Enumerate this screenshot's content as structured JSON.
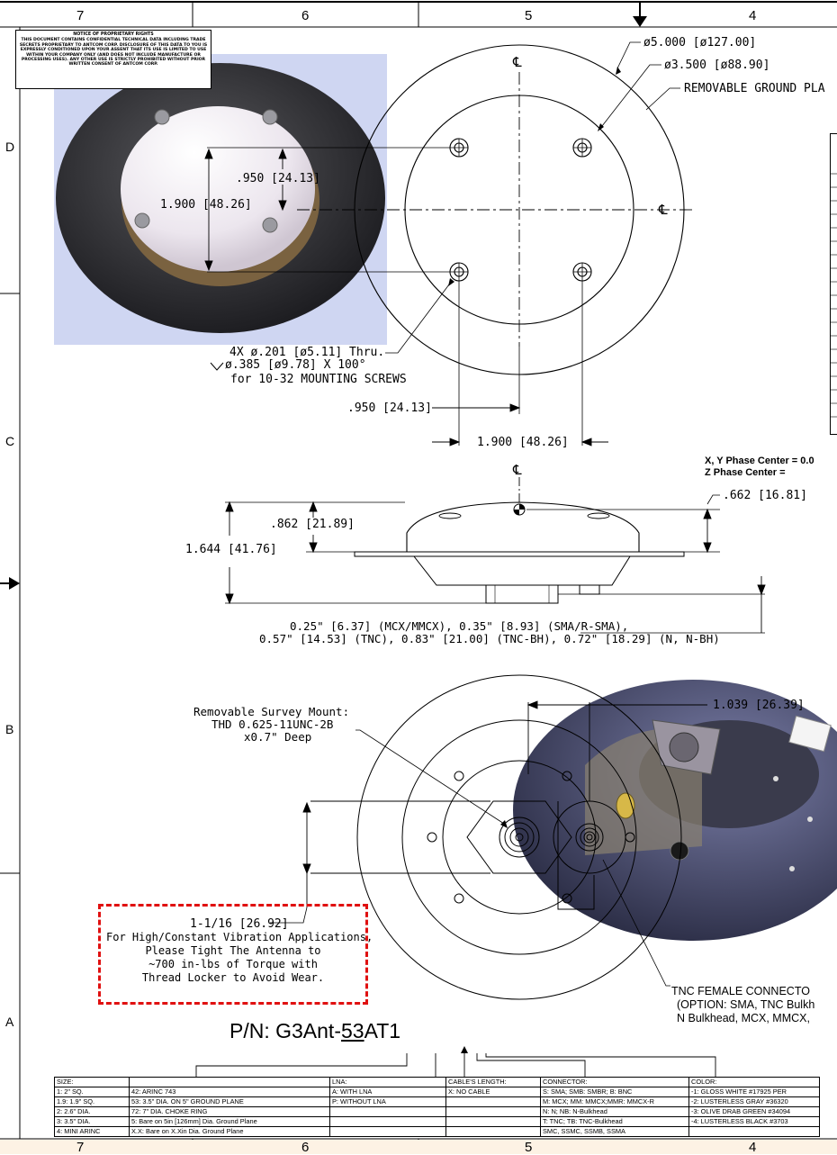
{
  "zones": {
    "top": [
      "7",
      "6",
      "5",
      "4"
    ],
    "bottom": [
      "7",
      "6",
      "5",
      "4"
    ],
    "side": [
      "D",
      "C",
      "B",
      "A"
    ]
  },
  "notice": {
    "title": "NOTICE OF PROPRIETARY RIGHTS",
    "body": "THIS DOCUMENT CONTAINS CONFIDENTIAL TECHNICAL DATA INCLUDING TRADE SECRETS PROPRIETARY TO ANTCOM CORP. DISCLOSURE OF THIS DATA TO YOU IS EXPRESSLY CONDITIONED UPON YOUR ASSENT THAT ITS USE IS LIMITED TO USE WITHIN YOUR COMPANY ONLY (AND DOES NOT INCLUDE MANUFACTURE OR PROCESSING USES). ANY OTHER USE IS STRICTLY PROHIBITED WITHOUT PRIOR WRITTEN CONSENT OF ANTCOM CORP."
  },
  "top_view": {
    "dia_outer": "ø5.000 [ø127.00]",
    "dia_inner": "ø3.500 [ø88.90]",
    "ground_plane": "REMOVABLE GROUND PLA",
    "half_spacing_v": ".950 [24.13]",
    "spacing_v": "1.900 [48.26]",
    "hole_spec_1": "4X ø.201 [ø5.11] Thru.",
    "hole_spec_2": "ø.385 [ø9.78] X 100°",
    "hole_spec_3": "for 10-32 MOUNTING SCREWS",
    "half_spacing_h": ".950 [24.13]",
    "spacing_h": "1.900 [48.26]",
    "centerline": "℄"
  },
  "side_view": {
    "phase_xy": "X, Y Phase Center = 0.0",
    "phase_z": "Z Phase Center =",
    "phase_z_value": ".662 [16.81]",
    "dome_height": ".862 [21.89]",
    "total_height": "1.644 [41.76]",
    "connector_line1": "0.25\" [6.37] (MCX/MMCX), 0.35\" [8.93] (SMA/R-SMA),",
    "connector_line2": "0.57\" [14.53] (TNC), 0.83\" [21.00] (TNC-BH), 0.72\" [18.29] (N, N-BH)"
  },
  "bottom_view": {
    "mount_title": "Removable Survey Mount:",
    "mount_thread": "THD 0.625-11UNC-2B",
    "mount_depth": "x0.7\" Deep",
    "offset": "1.039 [26.39]",
    "mount_offset": "1-1/16 [26.92]",
    "vibration_1": "For High/Constant Vibration Applications,",
    "vibration_2": "Please Tight The Antenna to",
    "vibration_3": "~700 in-lbs of Torque with",
    "vibration_4": "Thread Locker to Avoid Wear.",
    "connector_1": "TNC FEMALE CONNECTO",
    "connector_2": "(OPTION: SMA, TNC Bulkh",
    "connector_3": "N Bulkhead, MCX, MMCX,"
  },
  "part_number": {
    "prefix": "P/N: G3Ant-",
    "underlined": "53",
    "suffix": "AT1"
  },
  "ordering_table": {
    "headers": [
      "SIZE:",
      "",
      "LNA:",
      "CABLE'S LENGTH:",
      "CONNECTOR:",
      "COLOR:"
    ],
    "rows": [
      [
        "1: 2\" SQ.",
        "42: ARINC 743",
        "A: WITH LNA",
        "X: NO CABLE",
        "S: SMA; SMB: SMBR; B: BNC",
        "-1: GLOSS WHITE #17925 PER"
      ],
      [
        "1.9: 1.9\" SQ.",
        "53: 3.5\" DIA. ON 5\" GROUND PLANE",
        "P: WITHOUT LNA",
        "",
        "M: MCX; MM: MMCX;MMR: MMCX-R",
        "-2: LUSTERLESS GRAY #36320"
      ],
      [
        "2: 2.6\" DIA.",
        "72: 7\" DIA. CHOKE RING",
        "",
        "",
        "N: N; NB: N-Bulkhead",
        "-3: OLIVE DRAB GREEN #34094"
      ],
      [
        "3: 3.5\" DIA.",
        "5: Bare on 5in [126mm] Dia. Ground Plane",
        "",
        "",
        "T: TNC; TB: TNC-Bulkhead",
        "-4: LUSTERLESS BLACK #3703"
      ],
      [
        "4: MINI ARINC",
        "X.X: Bare on X.Xin Dia. Ground Plane",
        "",
        "",
        "SMC, SSMC, SSMB, SSMA",
        ""
      ]
    ]
  }
}
